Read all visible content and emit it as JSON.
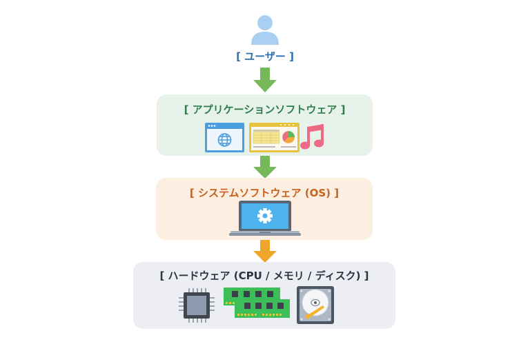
{
  "user": {
    "label": "[ ユーザー ]",
    "color": "#2a6fb0",
    "icon": "user-icon"
  },
  "arrows": [
    {
      "from": "user",
      "to": "application",
      "color": "#77b95a"
    },
    {
      "from": "application",
      "to": "system",
      "color": "#77b95a"
    },
    {
      "from": "system",
      "to": "hardware",
      "color": "#f0a52c"
    }
  ],
  "layers": {
    "application": {
      "label": "[ アプリケーションソフトウェア ]",
      "color": "#2e7d4a",
      "background": "#e6f2ea",
      "icons": [
        "web-browser-icon",
        "spreadsheet-icon",
        "music-note-icon"
      ]
    },
    "system": {
      "label": "[ システムソフトウェア (OS) ]",
      "color": "#c8601e",
      "background": "#fdeee2",
      "icons": [
        "laptop-gear-icon"
      ]
    },
    "hardware": {
      "label": "[ ハードウェア (CPU / メモリ / ディスク) ]",
      "color": "#2b3440",
      "background": "#eceef3",
      "icons": [
        "cpu-chip-icon",
        "memory-module-icon",
        "hard-disk-icon"
      ]
    }
  }
}
